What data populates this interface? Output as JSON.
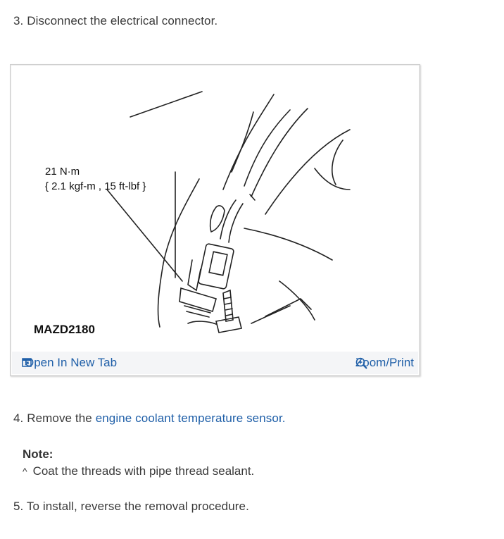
{
  "steps": {
    "step3": "3. Disconnect the electrical connector.",
    "step4_prefix": "4. Remove the ",
    "step4_link": "engine coolant temperature sensor",
    "step4_suffix": ".",
    "step5": "5. To install, reverse the removal procedure."
  },
  "figure": {
    "torque_line1": "21 N·m",
    "torque_line2": "{ 2.1 kgf-m , 15 ft-lbf }",
    "figure_code": "MAZD2180",
    "open_tab_label": "Open In New Tab",
    "zoom_print_label": "Zoom/Print",
    "open_tab_icon": "open-in-new-tab-icon",
    "zoom_icon": "zoom-magnifier-icon"
  },
  "note": {
    "label": "Note:",
    "bullet": "^",
    "text": "Coat the threads with pipe thread sealant."
  },
  "colors": {
    "link": "#1f5fa8",
    "text": "#3a3a3a",
    "figure_bar": "#f4f5f7"
  }
}
